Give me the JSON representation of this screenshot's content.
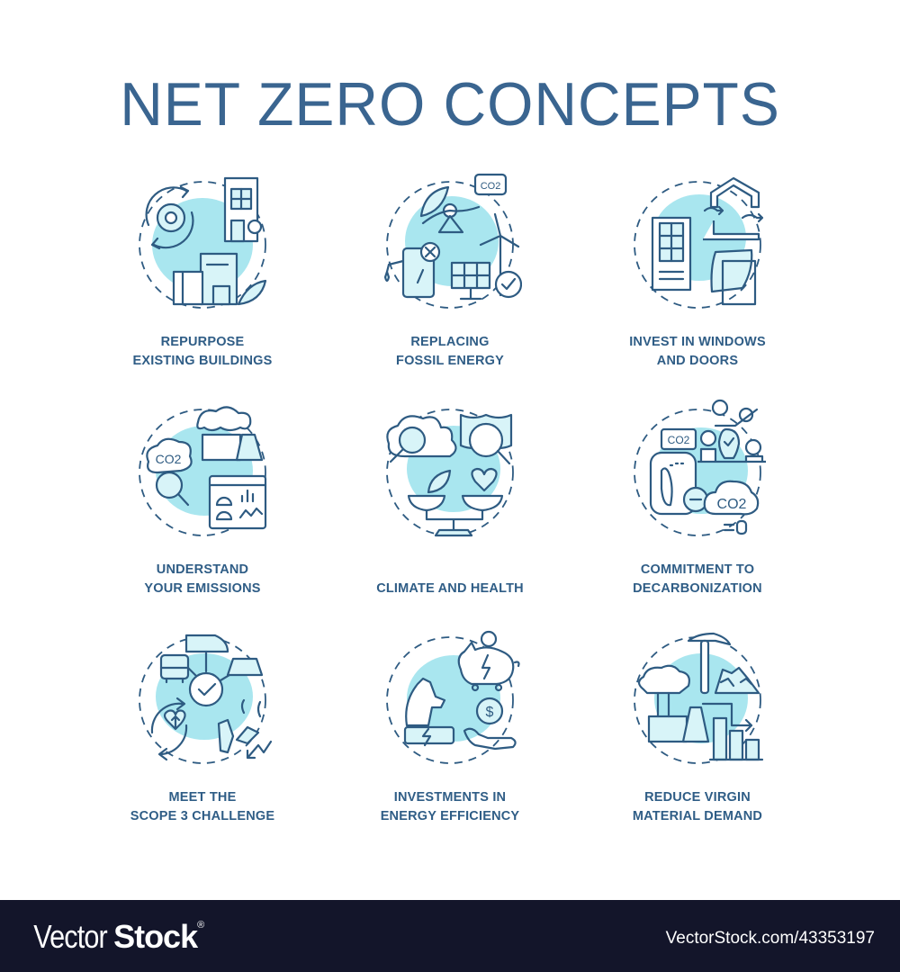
{
  "title": "NET ZERO CONCEPTS",
  "colors": {
    "title": "#3a6590",
    "label": "#2f5d86",
    "stroke": "#2e5b82",
    "accent_blob": "#a9e6ef",
    "fill_light": "#d8f4f8",
    "footer_bg": "#13152a"
  },
  "concepts": [
    {
      "label_line1": "REPURPOSE",
      "label_line2": "EXISTING BUILDINGS",
      "icon": "repurpose-buildings-icon"
    },
    {
      "label_line1": "REPLACING",
      "label_line2": "FOSSIL ENERGY",
      "icon": "replacing-fossil-energy-icon"
    },
    {
      "label_line1": "INVEST IN WINDOWS",
      "label_line2": "AND DOORS",
      "icon": "windows-doors-icon"
    },
    {
      "label_line1": "UNDERSTAND",
      "label_line2": "YOUR EMISSIONS",
      "icon": "emissions-icon"
    },
    {
      "label_line1": "CLIMATE AND HEALTH",
      "label_line2": "",
      "icon": "climate-health-icon"
    },
    {
      "label_line1": "COMMITMENT TO",
      "label_line2": "DECARBONIZATION",
      "icon": "decarbonization-icon"
    },
    {
      "label_line1": "MEET THE",
      "label_line2": "SCOPE 3 CHALLENGE",
      "icon": "scope3-icon"
    },
    {
      "label_line1": "INVESTMENTS IN",
      "label_line2": "ENERGY EFFICIENCY",
      "icon": "energy-efficiency-icon"
    },
    {
      "label_line1": "REDUCE VIRGIN",
      "label_line2": "MATERIAL DEMAND",
      "icon": "virgin-material-icon"
    }
  ],
  "icon_text": {
    "co2": "CO2",
    "dollar": "$"
  },
  "footer": {
    "brand_light": "Vector",
    "brand_bold": "Stock",
    "brand_mark": "®",
    "reference": "VectorStock.com/43353197"
  }
}
